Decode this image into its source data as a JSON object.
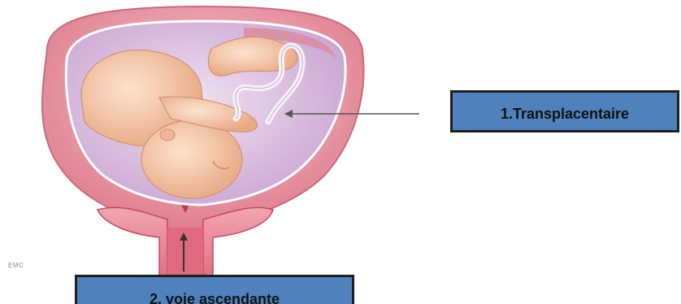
{
  "labels": {
    "transplacental": "1.Transplacentaire",
    "ascending": "2. voie ascendante"
  },
  "credit": "EMC",
  "colors": {
    "label_fill": "#4f81bd",
    "label_border": "#1f1f1f",
    "arrow": "#555555",
    "uterus_wall": "#e89aa6",
    "amniotic_fluid": "#d9c2e0",
    "fetus_skin": "#f3c7a6"
  }
}
